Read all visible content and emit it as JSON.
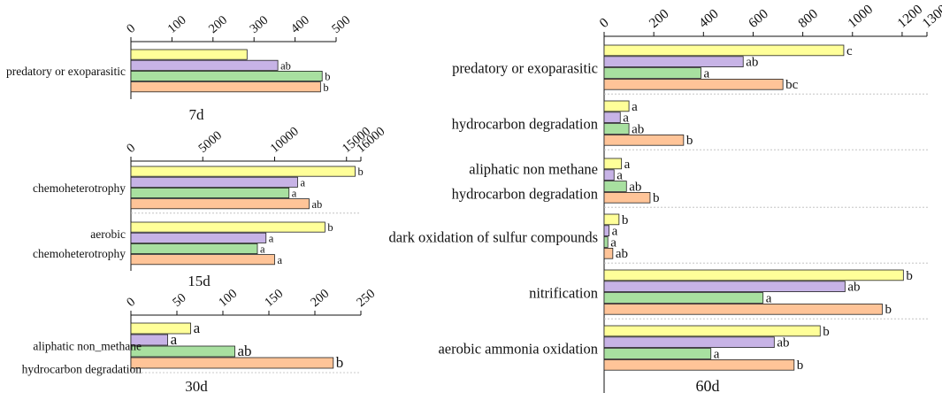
{
  "colors": {
    "series_1": "#ffff99",
    "series_2": "#c7b3e6",
    "series_3": "#a8e0a0",
    "series_4": "#ffc498",
    "axis": "#111111",
    "separator": "#bbbbbb"
  },
  "chart_data": [
    {
      "type": "bar",
      "orientation": "horizontal",
      "title": "7d",
      "xlim": [
        0,
        500
      ],
      "ticks": [
        0,
        100,
        200,
        300,
        400,
        500
      ],
      "grid": false,
      "categories": [
        "predatory or exoparasitic"
      ],
      "series": [
        {
          "values": [
            283
          ],
          "labels": [
            ""
          ]
        },
        {
          "values": [
            358
          ],
          "labels": [
            "ab"
          ]
        },
        {
          "values": [
            466
          ],
          "labels": [
            "b"
          ]
        },
        {
          "values": [
            462
          ],
          "labels": [
            "b"
          ]
        }
      ]
    },
    {
      "type": "bar",
      "orientation": "horizontal",
      "title": "15d",
      "xlim": [
        0,
        16000
      ],
      "ticks": [
        0,
        5000,
        10000,
        15000,
        16000
      ],
      "grid": false,
      "categories": [
        [
          "chemoheterotrophy"
        ],
        [
          "aerobic",
          "chemoheterotrophy"
        ]
      ],
      "series": [
        {
          "values": [
            15600,
            13500
          ],
          "labels": [
            "b",
            "b"
          ]
        },
        {
          "values": [
            11600,
            9400
          ],
          "labels": [
            "a",
            "a"
          ]
        },
        {
          "values": [
            11000,
            8800
          ],
          "labels": [
            "a",
            "a"
          ]
        },
        {
          "values": [
            12400,
            10000
          ],
          "labels": [
            "ab",
            "a"
          ]
        }
      ]
    },
    {
      "type": "bar",
      "orientation": "horizontal",
      "title": "30d",
      "xlim": [
        0,
        250
      ],
      "ticks": [
        0,
        50,
        100,
        150,
        200,
        250
      ],
      "grid": false,
      "categories": [
        "aliphatic non_methane",
        "hydrocarbon degradation"
      ],
      "series": [
        {
          "values": [
            65
          ],
          "labels": [
            "a"
          ]
        },
        {
          "values": [
            40
          ],
          "labels": [
            "a"
          ]
        },
        {
          "values": [
            113
          ],
          "labels": [
            "ab"
          ]
        },
        {
          "values": [
            220
          ],
          "labels": [
            "b"
          ]
        }
      ]
    },
    {
      "type": "bar",
      "orientation": "horizontal",
      "title": "60d",
      "xlim": [
        0,
        1300
      ],
      "ticks": [
        0,
        200,
        400,
        600,
        800,
        1000,
        1200,
        1300
      ],
      "grid": false,
      "categories": [
        [
          "predatory or exoparasitic"
        ],
        [
          "hydrocarbon degradation"
        ],
        [
          "aliphatic non methane",
          "hydrocarbon degradation"
        ],
        [
          "dark oxidation of sulfur compounds"
        ],
        [
          "nitrification"
        ],
        [
          "aerobic ammonia oxidation"
        ]
      ],
      "series": [
        {
          "values": [
            965,
            100,
            70,
            60,
            1205,
            870
          ],
          "labels": [
            "c",
            "a",
            "a",
            "b",
            "b",
            "b"
          ]
        },
        {
          "values": [
            560,
            65,
            40,
            20,
            970,
            685
          ],
          "labels": [
            "ab",
            "a",
            "a",
            "a",
            "ab",
            "ab"
          ]
        },
        {
          "values": [
            390,
            100,
            90,
            15,
            640,
            430
          ],
          "labels": [
            "a",
            "ab",
            "ab",
            "a",
            "a",
            "a"
          ]
        },
        {
          "values": [
            720,
            320,
            185,
            35,
            1120,
            765
          ],
          "labels": [
            "bc",
            "b",
            "b",
            "ab",
            "b",
            "b"
          ]
        }
      ]
    }
  ]
}
